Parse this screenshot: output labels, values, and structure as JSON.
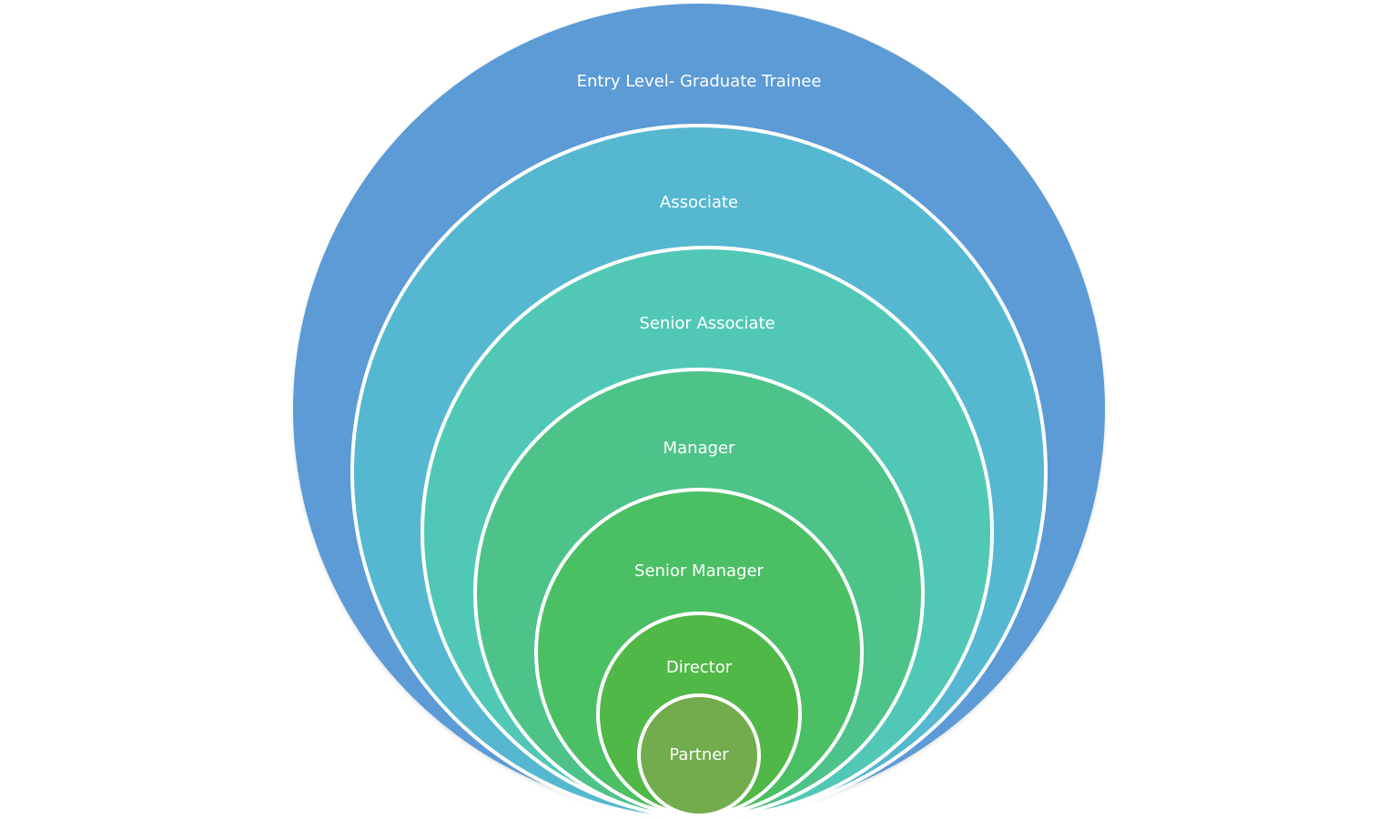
{
  "diagram": {
    "type": "nested-circles",
    "levels": [
      {
        "label": "Entry Level- Graduate Trainee",
        "color": "#5B9BD5"
      },
      {
        "label": "Associate",
        "color": "#55B8D0"
      },
      {
        "label": "Senior Associate",
        "color": "#51C8B5"
      },
      {
        "label": "Manager",
        "color": "#4DC38A"
      },
      {
        "label": "Senior Manager",
        "color": "#4ABF64"
      },
      {
        "label": "Director",
        "color": "#50B847"
      },
      {
        "label": "Partner",
        "color": "#72AC4D"
      }
    ]
  }
}
